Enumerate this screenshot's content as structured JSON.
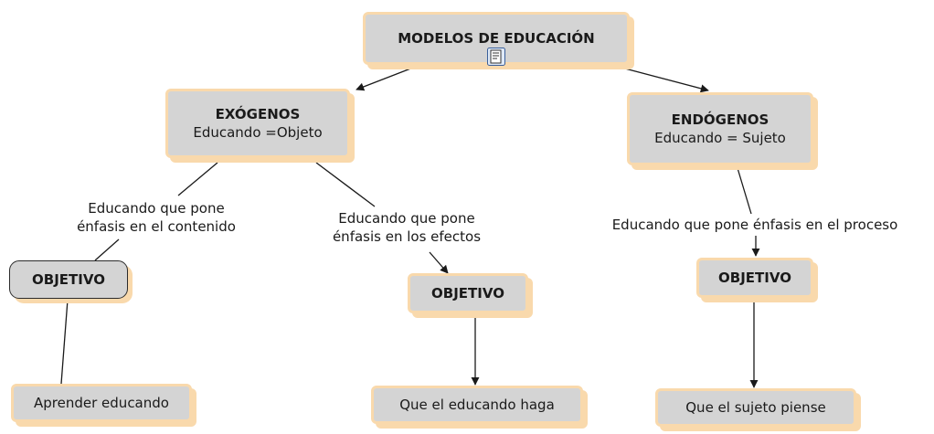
{
  "nodes": {
    "root": {
      "title": "MODELOS DE EDUCACIÓN",
      "resource_icon": "document-icon"
    },
    "exogenos": {
      "title": "EXÓGENOS",
      "subtitle": "Educando =Objeto"
    },
    "endogenos": {
      "title": "ENDÓGENOS",
      "subtitle": "Educando = Sujeto"
    },
    "objetivo_left": {
      "title": "OBJETIVO"
    },
    "objetivo_mid": {
      "title": "OBJETIVO"
    },
    "objetivo_right": {
      "title": "OBJETIVO"
    },
    "result_left": {
      "text": "Aprender educando"
    },
    "result_mid": {
      "text": "Que el educando haga"
    },
    "result_right": {
      "text": "Que el sujeto piense"
    }
  },
  "link_labels": {
    "contenido": [
      "Educando que pone",
      "énfasis en el contenido"
    ],
    "efectos": [
      "Educando que pone",
      "énfasis en los efectos"
    ],
    "proceso": [
      "Educando que pone énfasis en el proceso"
    ]
  },
  "colors": {
    "node_fill": "#d4d4d4",
    "node_border": "#f9d9ac",
    "selected_border": "#2b2b2b",
    "line": "#1a1a1a"
  }
}
